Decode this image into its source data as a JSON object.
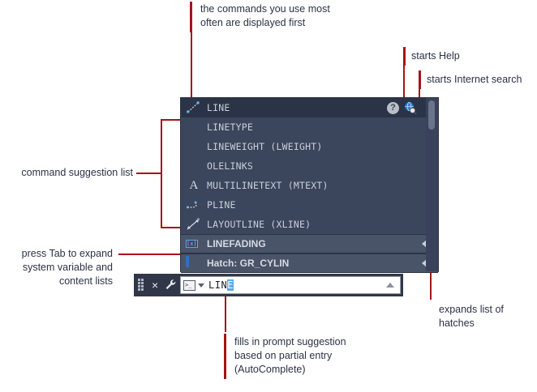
{
  "annotations": {
    "top_center": "the commands you use most\noften are displayed first",
    "help": "starts Help",
    "internet_search": "starts Internet search",
    "suggestion_list": "command suggestion list",
    "tab_expand": "press Tab to expand\nsystem variable and\ncontent lists",
    "autocomplete": "fills in prompt suggestion\nbased on partial entry\n(AutoComplete)",
    "expands_hatches": "expands list of\nhatches"
  },
  "panel": {
    "icons": {
      "help": "?",
      "help_name": "help-icon",
      "search": "internet-search-icon"
    },
    "rows": [
      {
        "label": "LINE",
        "icon": "line-icon",
        "kind": "cmd",
        "selected": true
      },
      {
        "label": "LINETYPE",
        "icon": "none",
        "kind": "cmd",
        "selected": false
      },
      {
        "label": "LINEWEIGHT (LWEIGHT)",
        "icon": "none",
        "kind": "cmd",
        "selected": false
      },
      {
        "label": "OLELINKS",
        "icon": "none",
        "kind": "cmd",
        "selected": false
      },
      {
        "label": "MULTILINETEXT (MTEXT)",
        "icon": "mtext-icon",
        "kind": "cmd",
        "selected": false
      },
      {
        "label": "PLINE",
        "icon": "pline-icon",
        "kind": "cmd",
        "selected": false
      },
      {
        "label": "LAYOUTLINE (XLINE)",
        "icon": "xline-icon",
        "kind": "cmd",
        "selected": false
      },
      {
        "label": "LINEFADING",
        "icon": "sysvar-icon",
        "kind": "sysvar",
        "selected": false
      },
      {
        "label": "Hatch: GR_CYLIN",
        "icon": "hatch-icon",
        "kind": "hatch",
        "selected": false
      }
    ]
  },
  "commandline": {
    "close_label": "×",
    "input_value_typed": "LIN",
    "input_value_completed": "E",
    "prompt_icon": ">_"
  },
  "colors": {
    "panel_bg": "#3b455b",
    "panel_selected": "#2b3347",
    "panel_bold_row": "#4a5468",
    "leader_red": "#a51418",
    "text": "#2b3245",
    "accent_blue": "#5aa9e6"
  }
}
